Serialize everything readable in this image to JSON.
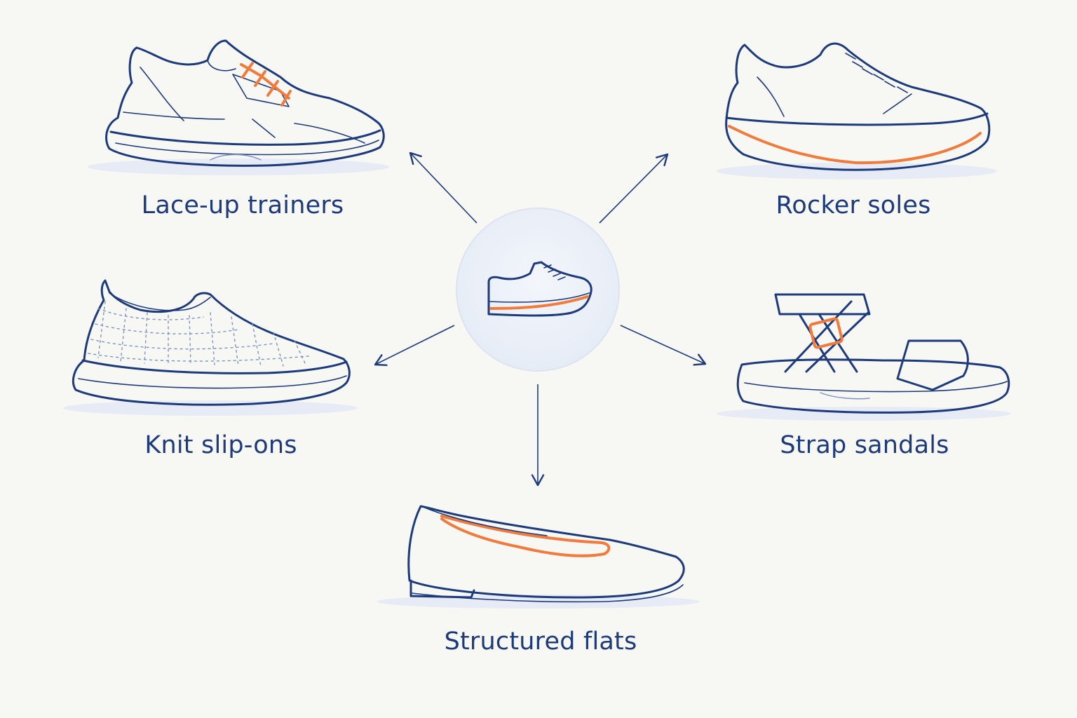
{
  "center": {
    "icon": "shoe-icon"
  },
  "items": [
    {
      "id": "lace-up",
      "label": "Lace-up trainers",
      "icon": "lace-up-trainer-icon"
    },
    {
      "id": "rocker",
      "label": "Rocker soles",
      "icon": "rocker-sole-shoe-icon"
    },
    {
      "id": "knit",
      "label": "Knit slip-ons",
      "icon": "knit-slip-on-icon"
    },
    {
      "id": "sandals",
      "label": "Strap sandals",
      "icon": "strap-sandal-icon"
    },
    {
      "id": "flats",
      "label": "Structured flats",
      "icon": "structured-flat-icon"
    }
  ],
  "colors": {
    "ink": "#1d3a7a",
    "accent": "#f07b3c",
    "background": "#f7f7f4",
    "hub": "#e9eef7"
  }
}
